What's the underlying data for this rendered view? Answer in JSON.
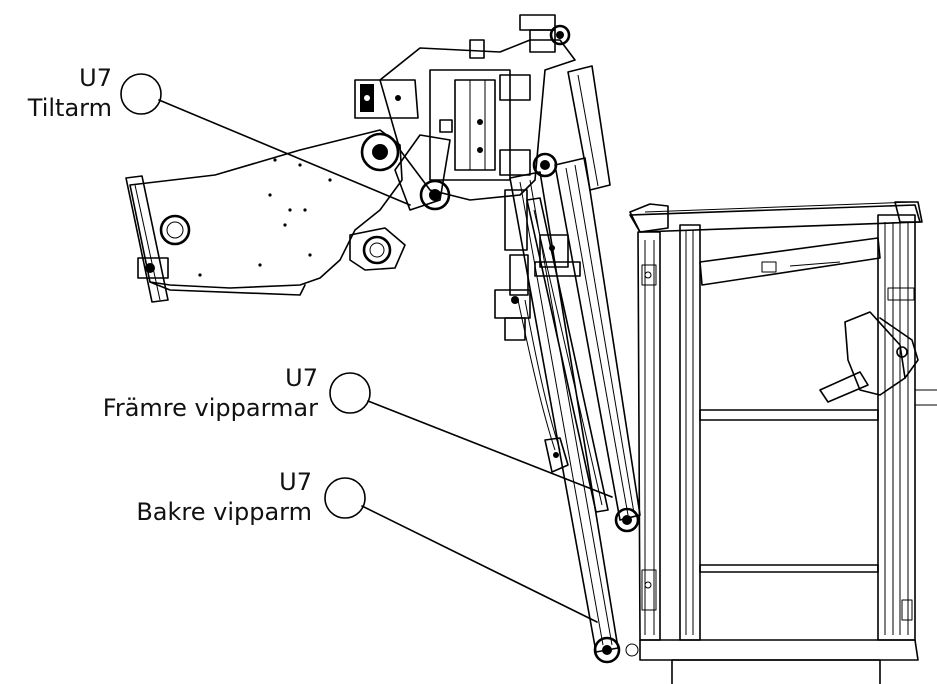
{
  "callouts": [
    {
      "id": "tiltarm",
      "code": "U7",
      "name": "Tiltarm"
    },
    {
      "id": "framre",
      "code": "U7",
      "name": "Främre vipparmar"
    },
    {
      "id": "bakre",
      "code": "U7",
      "name": "Bakre vipparm"
    }
  ]
}
